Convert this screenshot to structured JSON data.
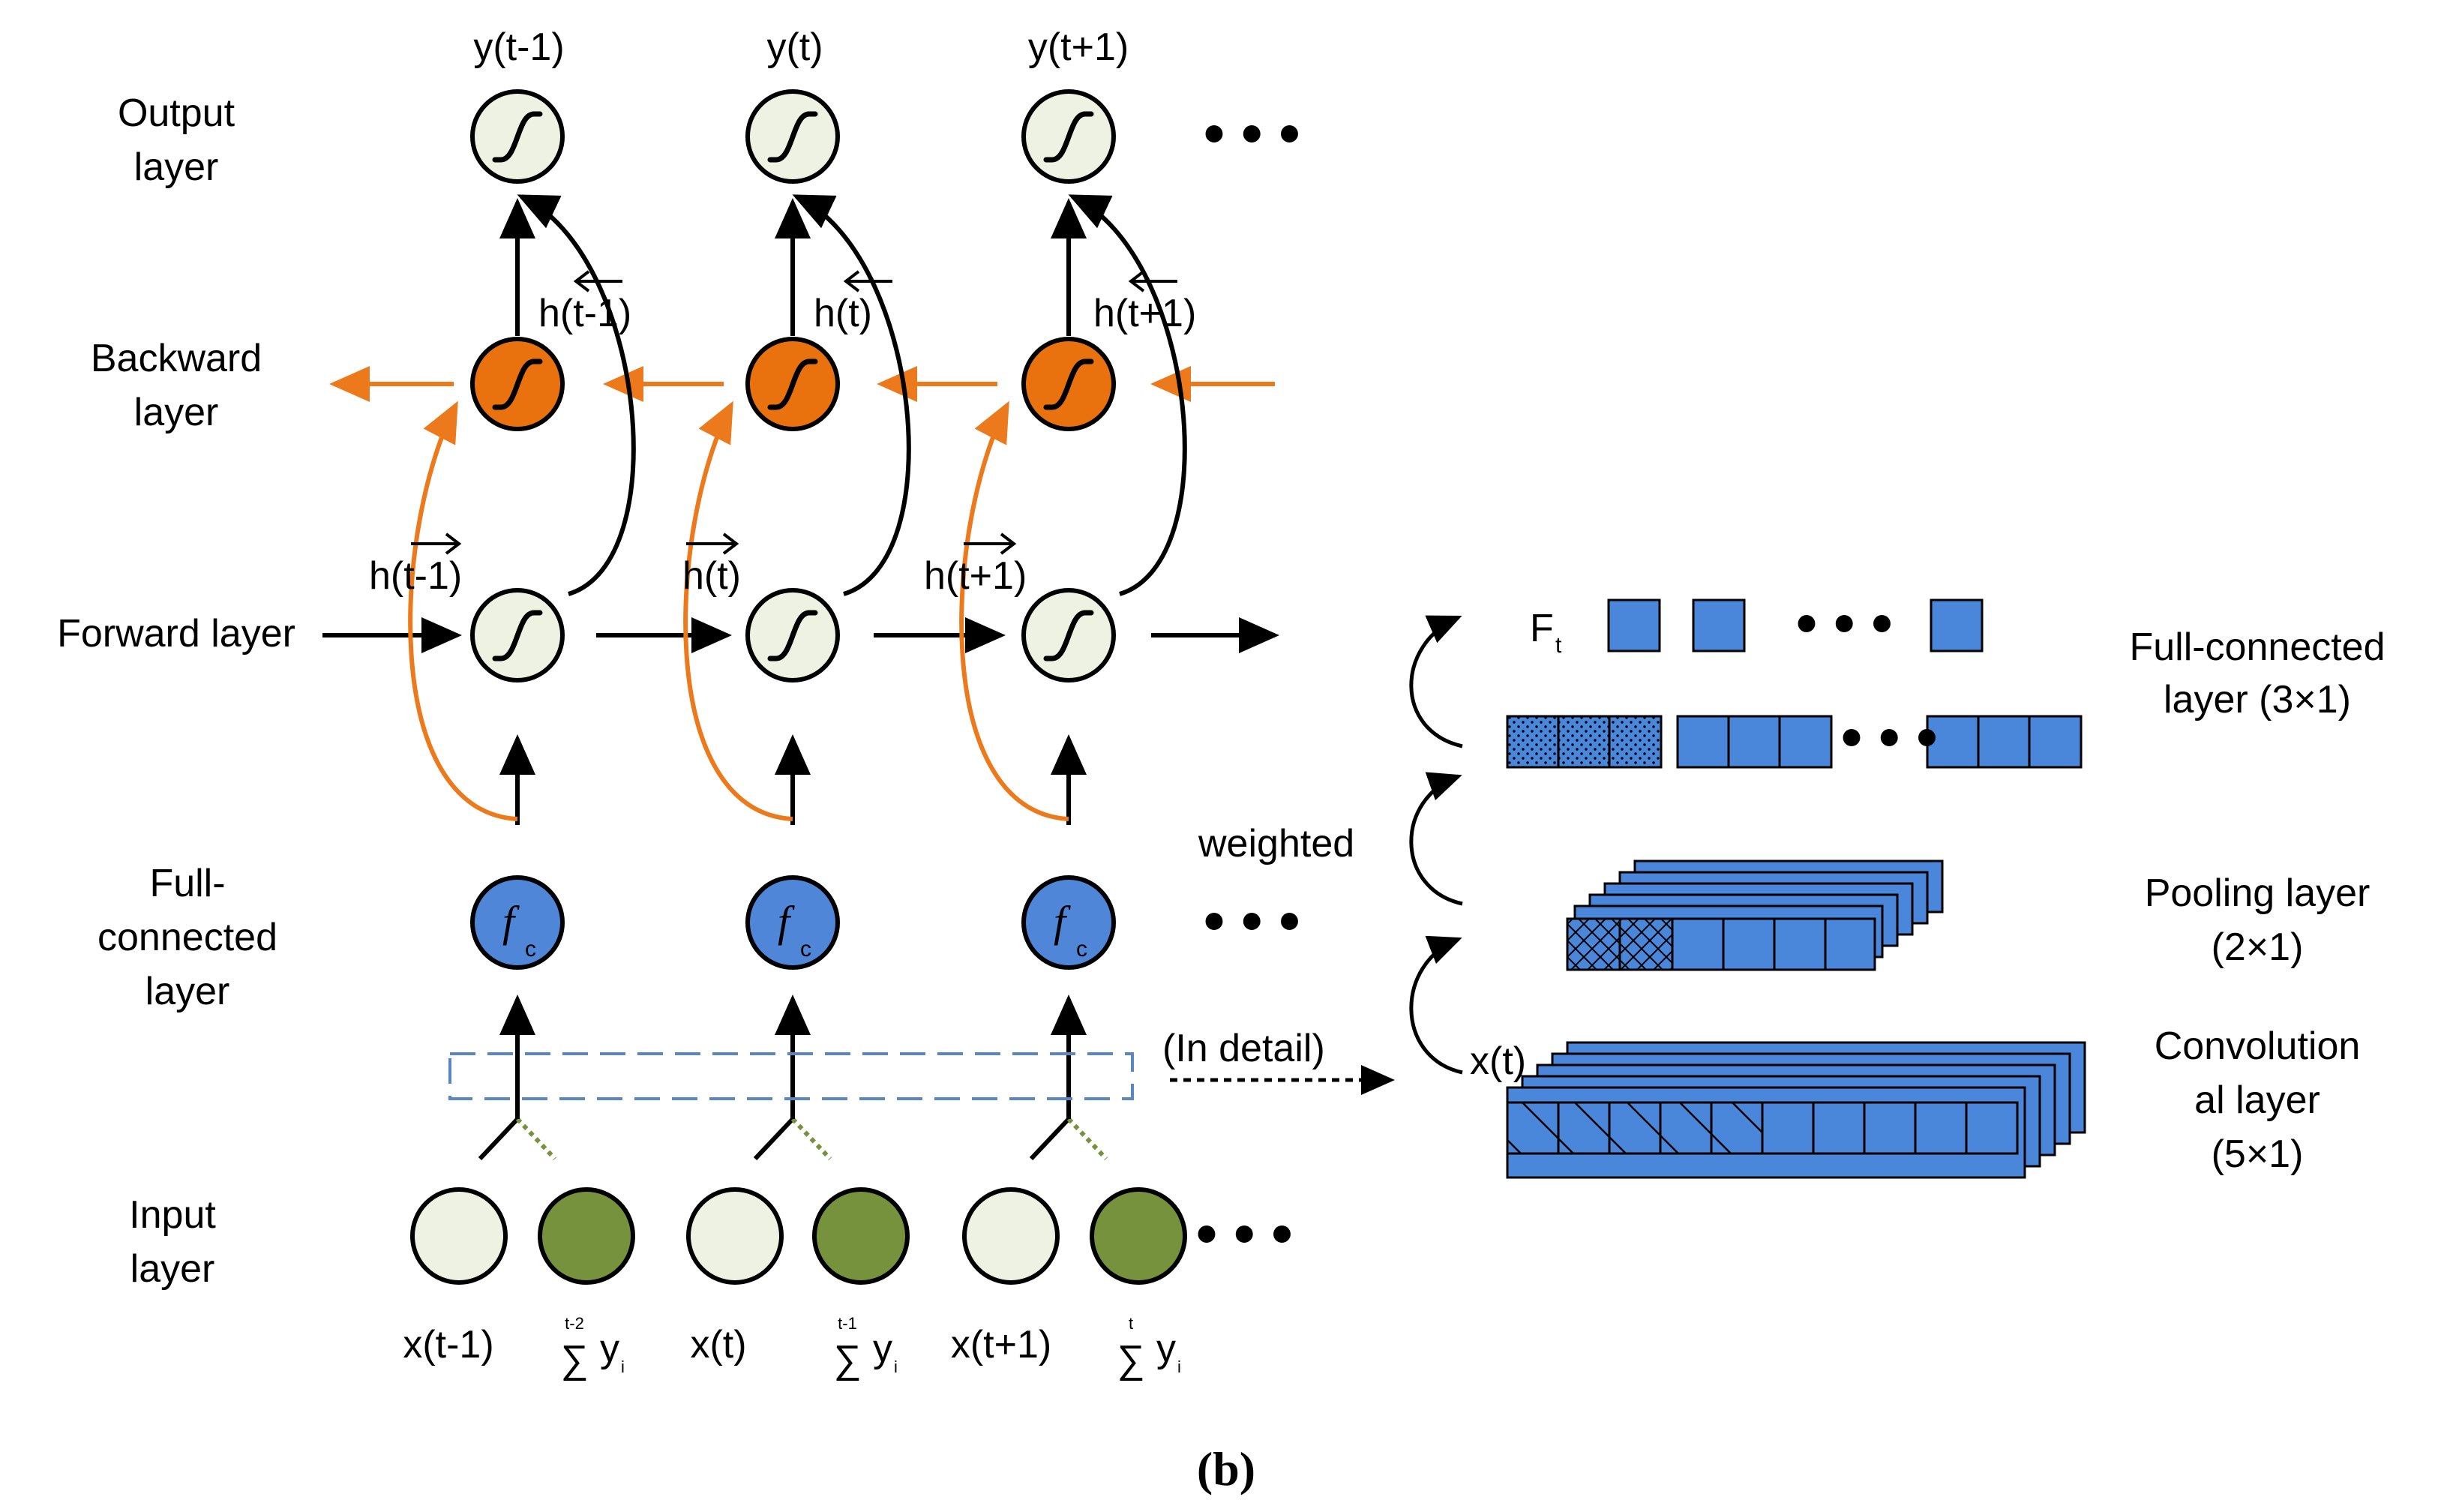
{
  "colors": {
    "node_light": "#eef2e2",
    "node_orange": "#e9720f",
    "node_blue": "#4f86d8",
    "node_green": "#76923c",
    "arrow_orange": "#ec7a1c",
    "block_blue": "#4a86d9",
    "dashed_box": "#5b86c4",
    "dotted_green": "#76923c"
  },
  "layer_labels": {
    "output": [
      "Output",
      "layer"
    ],
    "backward": [
      "Backward",
      "layer"
    ],
    "forward": "Forward layer",
    "full_connected": [
      "Full-",
      "connected",
      "layer"
    ],
    "input": [
      "Input",
      "layer"
    ]
  },
  "outputs": [
    "y(t-1)",
    "y(t)",
    "y(t+1)"
  ],
  "backward_states": [
    "h(t-1)",
    "h(t)",
    "h(t+1)"
  ],
  "forward_states": [
    "h(t-1)",
    "h(t)",
    "h(t+1)"
  ],
  "fc_symbol": "f",
  "fc_subscript": "c",
  "inputs": {
    "x": [
      "x(t-1)",
      "x(t)",
      "x(t+1)"
    ],
    "sum_upper": [
      "t-2",
      "t-1",
      "t"
    ],
    "sum_symbol": "∑",
    "sum_var": "y",
    "sum_sub": "i"
  },
  "ellipsis": "• • •",
  "detail": {
    "in_detail_label": "(In detail)",
    "weighted_label": "weighted",
    "x_label": "x(t)",
    "ft_label": "F",
    "ft_sub": "t",
    "full_connected_label": [
      "Full-connected",
      "layer (3×1)"
    ],
    "pooling_label": [
      "Pooling layer",
      "(2×1)"
    ],
    "convolution_label": [
      "Convolution",
      "al layer",
      "(5×1)"
    ]
  },
  "caption": "(b)"
}
